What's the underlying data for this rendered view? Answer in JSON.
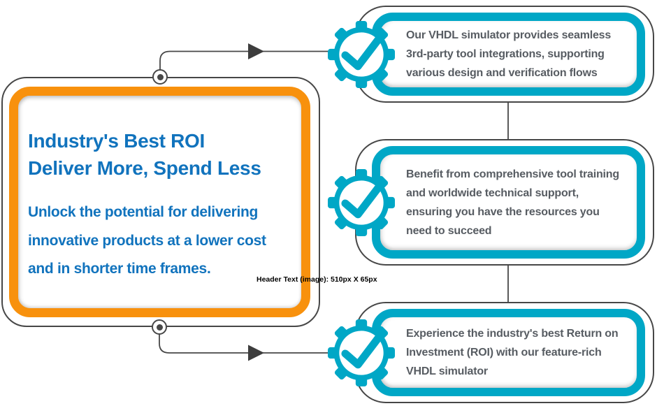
{
  "colors": {
    "teal": "#00a7c6",
    "orange": "#f8910d",
    "blue": "#1173bd",
    "text_dark": "#575c62",
    "line": "#474747",
    "arrow": "#3d3d3d"
  },
  "headline_panel": {
    "title_lines": [
      "Industry's Best ROI",
      "Deliver More, Spend Less"
    ],
    "body_lines": [
      "Unlock the potential for delivering",
      "innovative products at a lower cost",
      "and in shorter time frames."
    ],
    "annotation": "Header Text (image): 510px X 65px"
  },
  "feature_cards": [
    {
      "icon": "gear-check",
      "lines": [
        "Our VHDL simulator provides seamless",
        "3rd-party tool integrations, supporting",
        "various design and verification flows"
      ]
    },
    {
      "icon": "gear-check",
      "lines": [
        "Benefit from comprehensive tool training",
        "and worldwide technical support,",
        "ensuring you have the resources you",
        "need to succeed"
      ]
    },
    {
      "icon": "gear-check",
      "lines": [
        "Experience the industry's best Return on",
        "Investment (ROI) with our feature-rich",
        "VHDL simulator"
      ]
    }
  ]
}
